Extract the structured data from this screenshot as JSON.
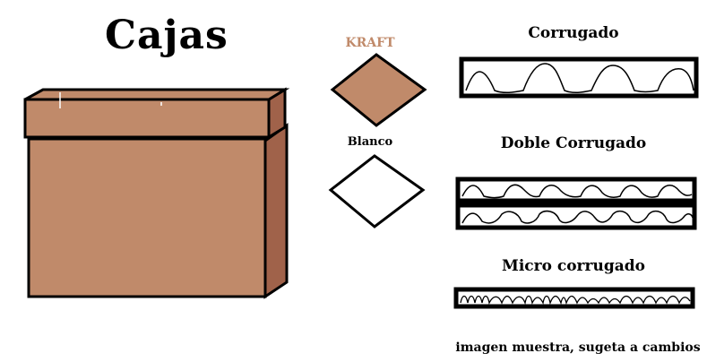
{
  "title": "Cajas",
  "materials": {
    "kraft": {
      "label": "KRAFT",
      "color": "#c08a6a"
    },
    "blanco": {
      "label": "Blanco",
      "color": "#ffffff"
    }
  },
  "box": {
    "front_color": "#c08a6a",
    "side_color": "#a0624a"
  },
  "sections": {
    "corrugado": "Corrugado",
    "doble_corrugado": "Doble Corrugado",
    "micro_corrugado": "Micro corrugado"
  },
  "footer": "imagen muestra, sugeta a cambios"
}
